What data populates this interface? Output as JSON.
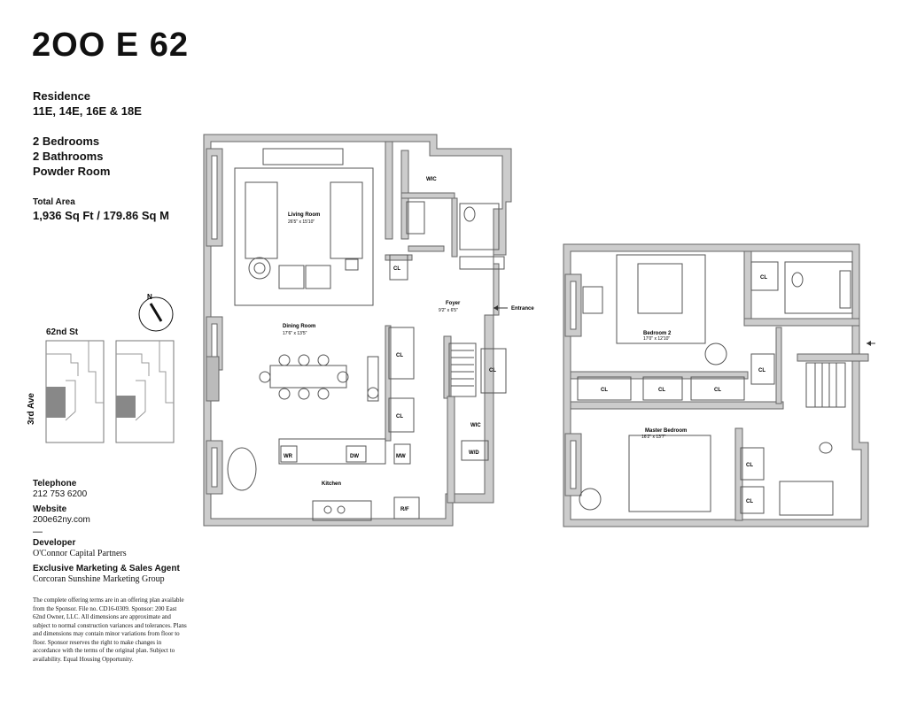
{
  "brand": {
    "title": "2OO E 62"
  },
  "residence": {
    "label": "Residence",
    "units": "11E, 14E, 16E & 18E"
  },
  "layout": {
    "bedrooms": "2 Bedrooms",
    "bathrooms": "2 Bathrooms",
    "powder": "Powder Room"
  },
  "area": {
    "label": "Total Area",
    "value": "1,936 Sq Ft / 179.86 Sq M"
  },
  "keyplan": {
    "street": "62nd St",
    "avenue": "3rd Ave",
    "north": "N"
  },
  "contact": {
    "telephone_label": "Telephone",
    "telephone": "212 753 6200",
    "website_label": "Website",
    "website": "200e62ny.com",
    "dash": "—",
    "developer_label": "Developer",
    "developer": "O'Connor Capital Partners",
    "agent_label": "Exclusive Marketing & Sales Agent",
    "agent": "Corcoran Sunshine Marketing Group"
  },
  "disclaimer": "The complete offering terms are in an offering plan available from the Sponsor. File no. CD16-0309. Sponsor: 200 East 62nd Owner, LLC. All dimensions are approximate and subject to normal construction variances and tolerances. Plans and dimensions may contain minor variations from floor to floor. Sponsor reserves the right to make changes in accordance with the terms of the original plan. Subject to availability. Equal Housing Opportunity.",
  "plan_labels": {
    "living": "Living Room",
    "living_dim": "26'5\" x 15'10\"",
    "dining": "Dining Room",
    "dining_dim": "17'6\" x 13'5\"",
    "kitchen": "Kitchen",
    "foyer": "Foyer",
    "foyer_dim": "9'2\" x 6'5\"",
    "entrance": "Entrance",
    "wic": "WIC",
    "cl": "CL",
    "wr": "WR",
    "dw": "DW",
    "mw": "MW",
    "wd": "W/D",
    "rf": "R/F",
    "bedroom2": "Bedroom 2",
    "bedroom2_dim": "17'0\" x 12'10\"",
    "master": "Master Bedroom",
    "master_dim": "16'2\" x 13'7\""
  }
}
